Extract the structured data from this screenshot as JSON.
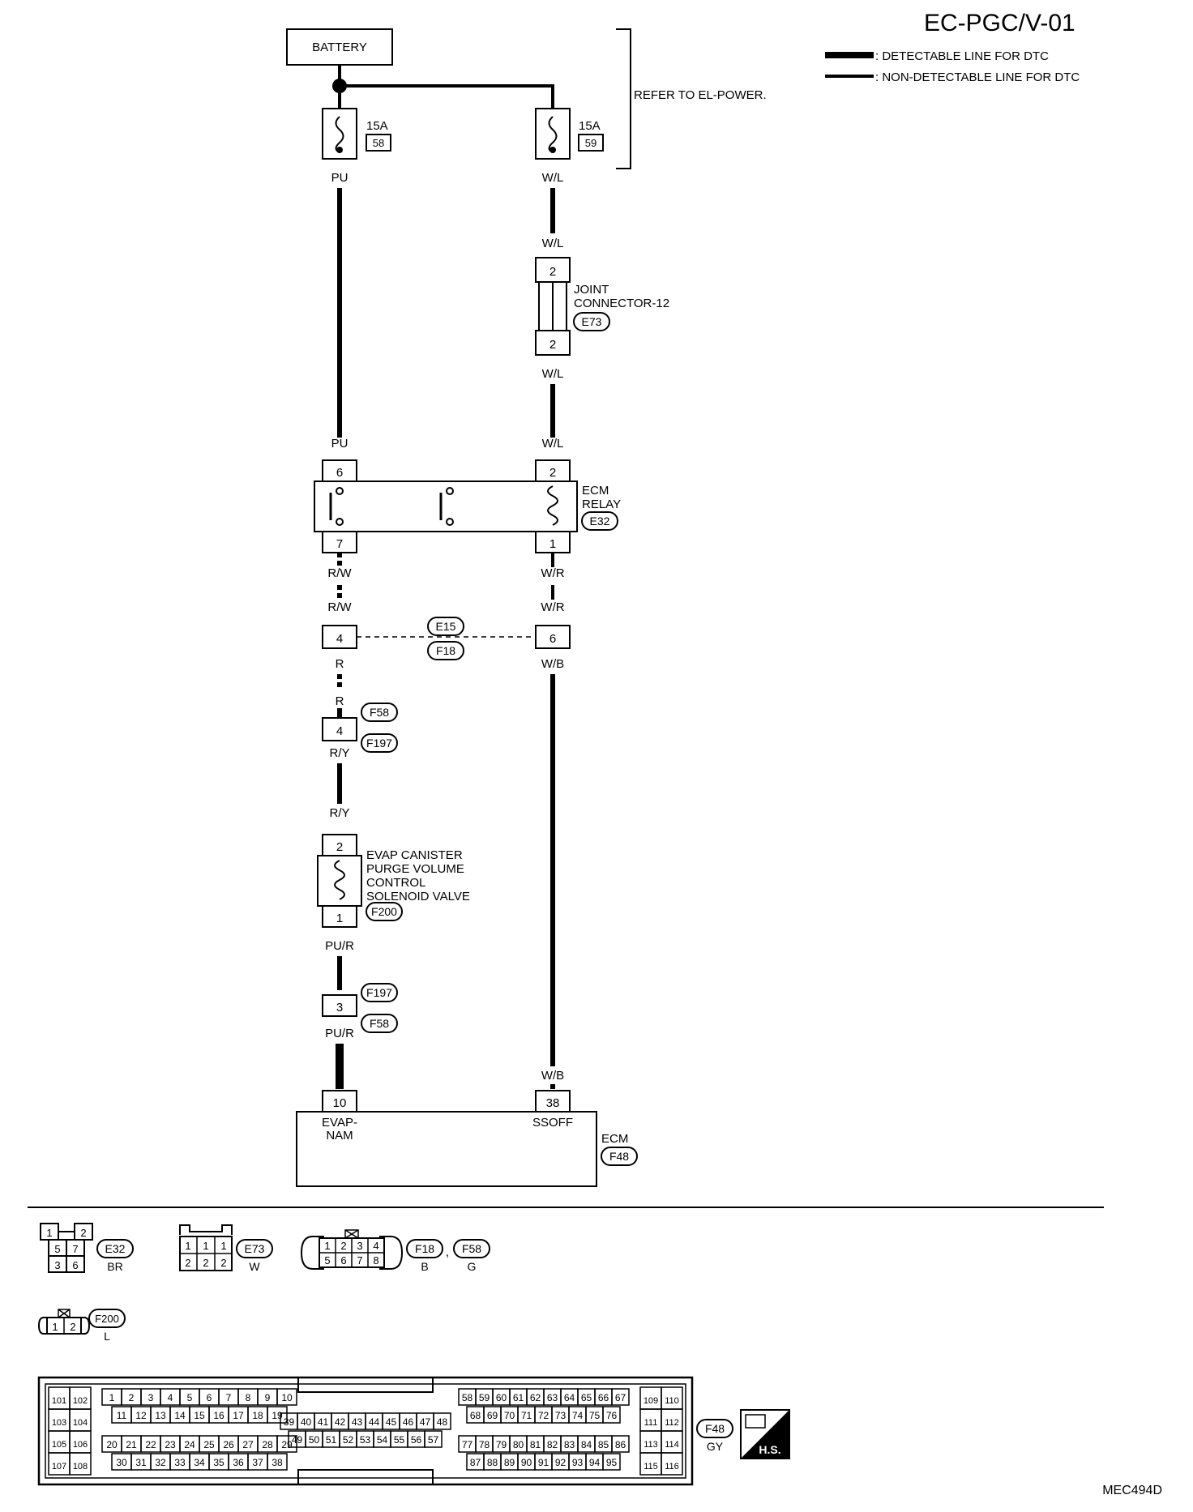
{
  "header": {
    "title": "EC-PGC/V-01",
    "legend": [
      {
        "label": ": DETECTABLE LINE FOR DTC"
      },
      {
        "label": ": NON-DETECTABLE LINE FOR DTC"
      }
    ]
  },
  "power": {
    "battery_label": "BATTERY",
    "refer_note": "REFER TO EL-POWER.",
    "fuses": [
      {
        "amps": "15A",
        "number": "58",
        "wire_out": "PU"
      },
      {
        "amps": "15A",
        "number": "59",
        "wire_out": "W/L"
      }
    ]
  },
  "joint_connector": {
    "name_line1": "JOINT",
    "name_line2": "CONNECTOR-12",
    "connector": "E73",
    "pin_top": "2",
    "pin_bottom": "2",
    "wire_in": "W/L",
    "wire_out": "W/L"
  },
  "ecm_relay": {
    "name_line1": "ECM",
    "name_line2": "RELAY",
    "connector": "E32",
    "wire_in_left": "PU",
    "wire_in_right": "W/L",
    "pins": {
      "top_left": "6",
      "top_right": "2",
      "bottom_left": "7",
      "bottom_right": "1"
    },
    "wire_out_left": "R/W",
    "wire_out_right": "W/R"
  },
  "junction_e15": {
    "connector_top": "E15",
    "connector_bottom": "F18",
    "left_pin": "4",
    "right_pin": "6",
    "left_wire_in": "R/W",
    "left_wire_out": "R",
    "right_wire_in": "W/R",
    "right_wire_out": "W/B"
  },
  "junction_f58": {
    "connector_top": "F58",
    "connector_bottom": "F197",
    "pin": "4",
    "wire_in": "R",
    "wire_out": "R/Y"
  },
  "solenoid": {
    "name_line1": "EVAP CANISTER",
    "name_line2": "PURGE VOLUME",
    "name_line3": "CONTROL",
    "name_line4": "SOLENOID VALVE",
    "connector": "F200",
    "pin_top": "2",
    "pin_bottom": "1",
    "wire_in": "R/Y",
    "wire_out": "PU/R"
  },
  "junction_f197": {
    "connector_top": "F197",
    "connector_bottom": "F58",
    "pin": "3",
    "wire_in": "PU/R",
    "wire_out": "PU/R"
  },
  "ecm": {
    "name": "ECM",
    "connector": "F48",
    "left_pin": "10",
    "left_label_line1": "EVAP-",
    "left_label_line2": "NAM",
    "right_pin": "38",
    "right_label": "SSOFF",
    "right_wire_in": "W/B"
  },
  "connector_views": {
    "e32": {
      "name": "E32",
      "color": "BR",
      "pins": [
        "1",
        "2",
        "5",
        "7",
        "3",
        "6"
      ]
    },
    "e73": {
      "name": "E73",
      "color": "W",
      "pins": [
        "1",
        "1",
        "1",
        "2",
        "2",
        "2"
      ]
    },
    "f18": {
      "name": "F18",
      "color": "B",
      "separator": ",",
      "pins": [
        "1",
        "2",
        "3",
        "4",
        "5",
        "6",
        "7",
        "8"
      ]
    },
    "f58": {
      "name": "F58",
      "color": "G"
    },
    "f200": {
      "name": "F200",
      "color": "L",
      "pins": [
        "1",
        "2"
      ]
    },
    "f48": {
      "name": "F48",
      "color": "GY",
      "left_block": [
        "101",
        "102",
        "103",
        "104",
        "105",
        "106",
        "107",
        "108"
      ],
      "row_a": [
        "1",
        "2",
        "3",
        "4",
        "5",
        "6",
        "7",
        "8",
        "9",
        "10"
      ],
      "row_b": [
        "11",
        "12",
        "13",
        "14",
        "15",
        "16",
        "17",
        "18",
        "19"
      ],
      "row_c": [
        "20",
        "21",
        "22",
        "23",
        "24",
        "25",
        "26",
        "27",
        "28",
        "29"
      ],
      "row_d": [
        "30",
        "31",
        "32",
        "33",
        "34",
        "35",
        "36",
        "37",
        "38"
      ],
      "mid_top": [
        "39",
        "40",
        "41",
        "42",
        "43",
        "44",
        "45",
        "46",
        "47",
        "48"
      ],
      "mid_bottom": [
        "49",
        "50",
        "51",
        "52",
        "53",
        "54",
        "55",
        "56",
        "57"
      ],
      "row_e": [
        "58",
        "59",
        "60",
        "61",
        "62",
        "63",
        "64",
        "65",
        "66",
        "67"
      ],
      "row_f": [
        "68",
        "69",
        "70",
        "71",
        "72",
        "73",
        "74",
        "75",
        "76"
      ],
      "row_g": [
        "77",
        "78",
        "79",
        "80",
        "81",
        "82",
        "83",
        "84",
        "85",
        "86"
      ],
      "row_h": [
        "87",
        "88",
        "89",
        "90",
        "91",
        "92",
        "93",
        "94",
        "95"
      ],
      "right_block": [
        "109",
        "110",
        "111",
        "112",
        "113",
        "114",
        "115",
        "116"
      ]
    },
    "hs_label": "H.S."
  },
  "figure_code": "MEC494D"
}
